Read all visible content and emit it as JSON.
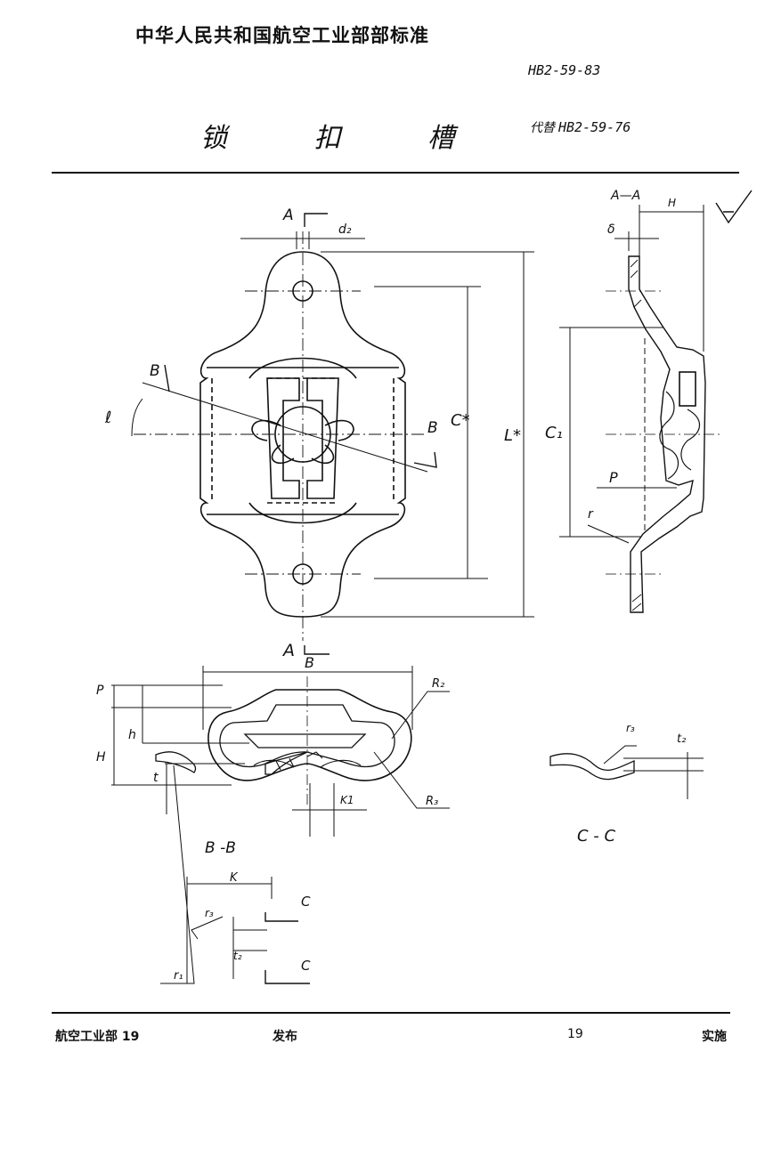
{
  "header": {
    "org_standard": "中华人民共和国航空工业部部标准",
    "code": "HB2-59-83",
    "title": "锁 扣 槽",
    "replaces_label": "代替",
    "replaces_code": "HB2-59-76"
  },
  "drawing_labels": {
    "section_a": "A",
    "section_aa": "A—A",
    "section_b": "B",
    "section_bb": "B -B",
    "section_cc": "C - C",
    "section_c": "C",
    "dim_d2": "d₂",
    "dim_l_star": "L*",
    "dim_c_star": "C*",
    "dim_alpha": "ℓ",
    "dim_h_upper": "H",
    "dim_delta": "δ",
    "dim_c1": "C₁",
    "dim_p": "P",
    "dim_r": "r",
    "dim_b": "B",
    "dim_r2": "R₂",
    "dim_r3": "R₃",
    "dim_h_lower": "h",
    "dim_t": "t",
    "dim_k1": "K1",
    "dim_k": "K",
    "dim_r1": "r₁",
    "dim_r3_small": "r₃",
    "dim_t2": "t₂"
  },
  "footer": {
    "issuer": "航空工业部 19",
    "issued": "发布",
    "year": "19",
    "effective": "实施"
  }
}
